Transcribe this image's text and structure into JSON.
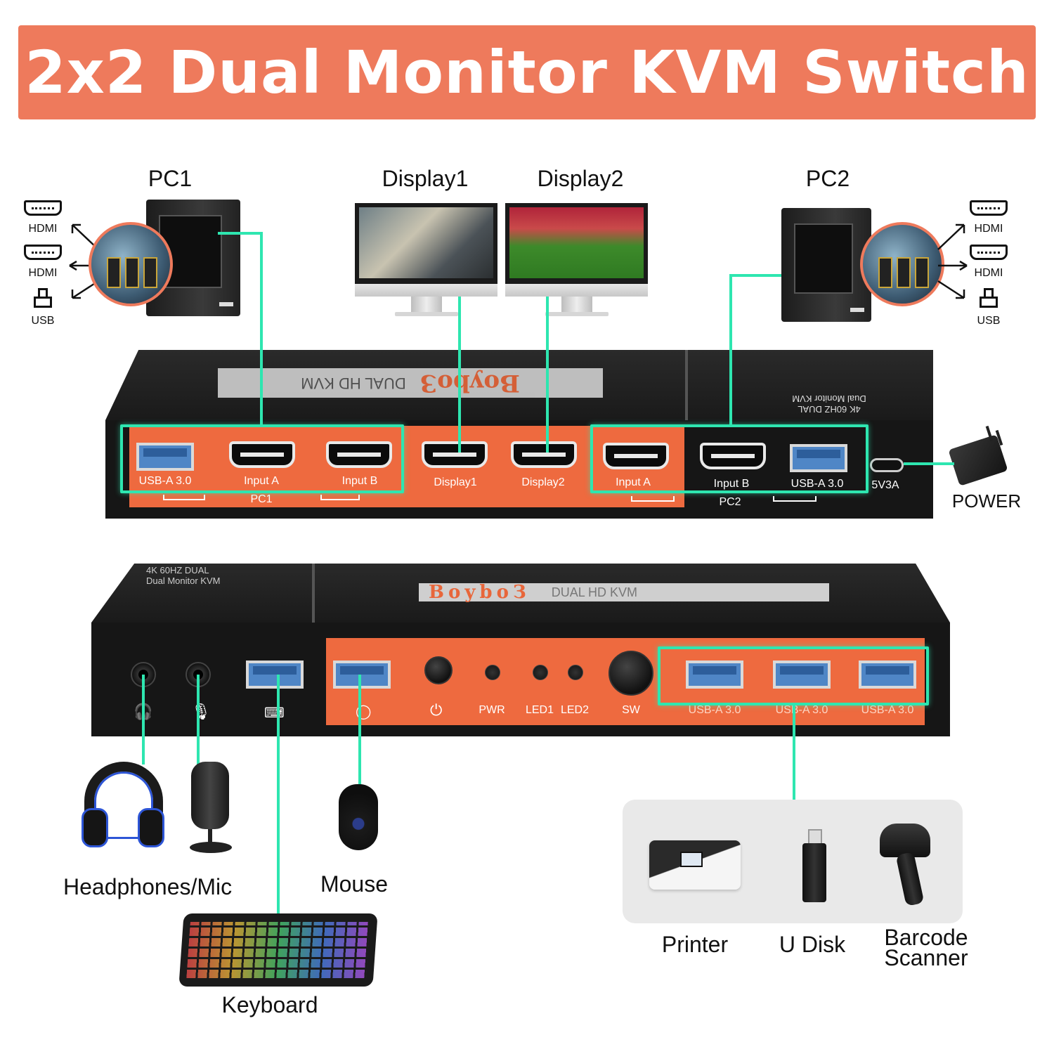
{
  "title": "2x2 Dual Monitor KVM Switch",
  "devices": {
    "pc1": "PC1",
    "pc2": "PC2",
    "display1": "Display1",
    "display2": "Display2",
    "power": "POWER"
  },
  "pc_port_icons": {
    "left": [
      "HDMI",
      "HDMI",
      "USB"
    ],
    "right": [
      "HDMI",
      "HDMI",
      "USB"
    ]
  },
  "kvm_top": {
    "brand": "BoyboЗ",
    "brand_sub": "DUAL HD KVM",
    "series_text": "4K 60HZ DUAL",
    "series_sub": "Dual Monitor KVM",
    "ports": {
      "pc1_usb": "USB-A 3.0",
      "pc1_input_a": "Input A",
      "pc1_input_b": "Input B",
      "display1": "Display1",
      "display2": "Display2",
      "pc2_input_a": "Input A",
      "pc2_input_b": "Input B",
      "pc2_usb": "USB-A 3.0",
      "power_port": "5V3A"
    },
    "group_pc1": "PC1",
    "group_pc2": "PC2"
  },
  "kvm_front": {
    "series_text": "4K 60HZ DUAL",
    "series_sub": "Dual Monitor KVM",
    "brand": "BoyboЗ",
    "brand_sub": "DUAL HD KVM",
    "labels": {
      "pwr": "PWR",
      "led1": "LED1",
      "led2": "LED2",
      "sw": "SW",
      "usb1": "USB-A 3.0",
      "usb2": "USB-A 3.0",
      "usb3": "USB-A 3.0"
    }
  },
  "peripherals": {
    "headphones_mic": "Headphones/Mic",
    "mouse": "Mouse",
    "keyboard": "Keyboard",
    "printer": "Printer",
    "u_disk": "U Disk",
    "barcode_line1": "Barcode",
    "barcode_line2": "Scanner"
  },
  "colors": {
    "banner": "#ee7a5c",
    "panel_orange": "#ee6a3f",
    "highlight": "#2ee6b0",
    "device_body": "#1a1a1a"
  }
}
